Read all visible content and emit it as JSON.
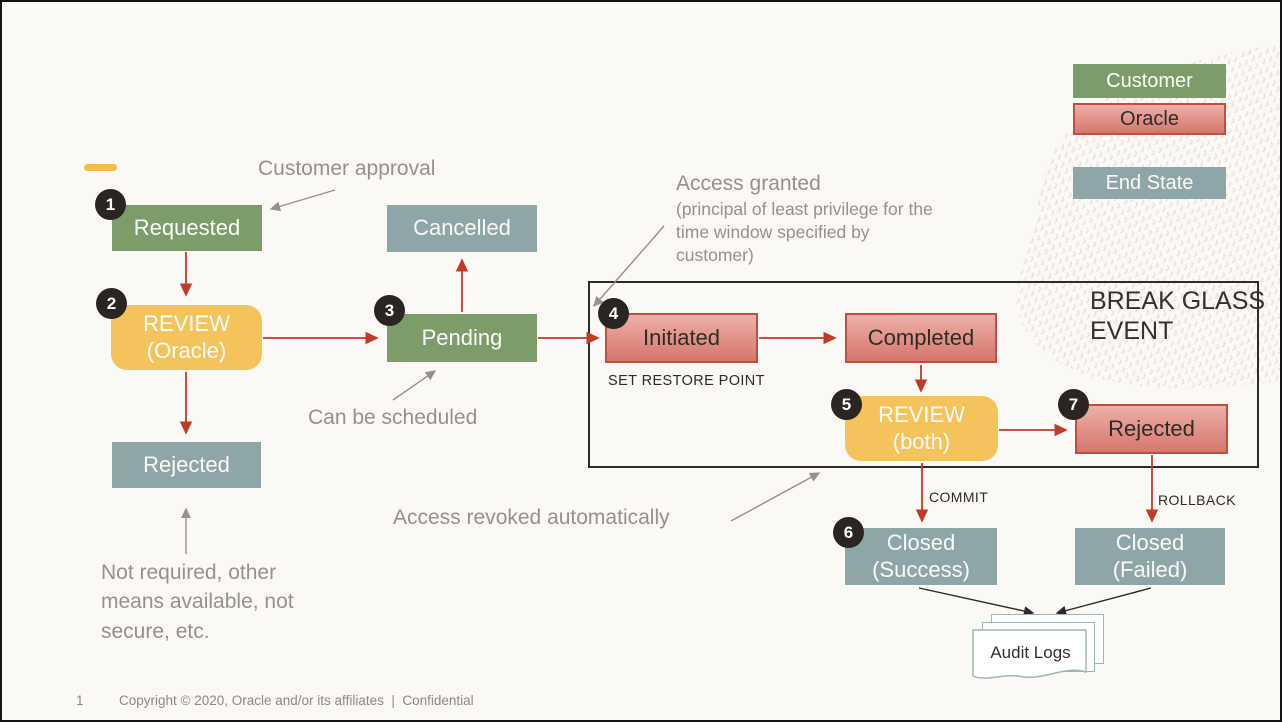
{
  "slide": {
    "footer": {
      "page_number": "1",
      "copyright": "Copyright © 2020, Oracle and/or its affiliates  |  Confidential"
    }
  },
  "legend": {
    "items": [
      {
        "id": "customer",
        "label": "Customer"
      },
      {
        "id": "oracle",
        "label": "Oracle"
      },
      {
        "id": "end-state",
        "label": "End State"
      }
    ]
  },
  "colors": {
    "customer_green": "#7C9C6A",
    "oracle_pink_top": "#ECAFA8",
    "oracle_pink_bottom": "#D6766C",
    "oracle_border_red": "#C04F41",
    "end_state_slate": "#8FA6A9",
    "review_yellow": "#F5C35C",
    "arrow_red": "#C13B2A",
    "annotation_gray": "#9A9089",
    "badge_dark": "#2B2522",
    "background": "#FBF9F5"
  },
  "break_glass": {
    "title": "BREAK GLASS\nEVENT"
  },
  "nodes": {
    "requested": {
      "badge": "1",
      "label": "Requested"
    },
    "review_oracle": {
      "badge": "2",
      "label": "REVIEW\n(Oracle)"
    },
    "rejected_pre": {
      "label": "Rejected"
    },
    "cancelled": {
      "label": "Cancelled"
    },
    "pending": {
      "badge": "3",
      "label": "Pending"
    },
    "initiated": {
      "badge": "4",
      "label": "Initiated",
      "note": "SET RESTORE POINT"
    },
    "completed": {
      "label": "Completed"
    },
    "review_both": {
      "badge": "5",
      "label": "REVIEW\n(both)"
    },
    "rejected_post": {
      "badge": "7",
      "label": "Rejected"
    },
    "closed_success": {
      "badge": "6",
      "label": "Closed\n(Success)"
    },
    "closed_failed": {
      "label": "Closed\n(Failed)"
    },
    "audit_logs": {
      "label": "Audit Logs"
    }
  },
  "edge_labels": {
    "commit": "COMMIT",
    "rollback": "ROLLBACK"
  },
  "annotations": {
    "customer_approval": "Customer approval",
    "access_granted_title": "Access granted",
    "access_granted_body": "(principal of least privilege for the time window specified by customer)",
    "can_be_scheduled": "Can be scheduled",
    "access_revoked": "Access revoked automatically",
    "not_required": "Not required, other means available, not secure, etc."
  },
  "edges": [
    {
      "from": "Requested",
      "to": "REVIEW (Oracle)"
    },
    {
      "from": "REVIEW (Oracle)",
      "to": "Rejected"
    },
    {
      "from": "REVIEW (Oracle)",
      "to": "Pending"
    },
    {
      "from": "Pending",
      "to": "Cancelled"
    },
    {
      "from": "Pending",
      "to": "Initiated"
    },
    {
      "from": "Initiated",
      "to": "Completed"
    },
    {
      "from": "Completed",
      "to": "REVIEW (both)"
    },
    {
      "from": "REVIEW (both)",
      "to": "Rejected (break glass)"
    },
    {
      "from": "REVIEW (both)",
      "to": "Closed (Success)",
      "label": "COMMIT"
    },
    {
      "from": "Rejected (break glass)",
      "to": "Closed (Failed)",
      "label": "ROLLBACK"
    },
    {
      "from": "Closed (Success)",
      "to": "Audit Logs"
    },
    {
      "from": "Closed (Failed)",
      "to": "Audit Logs"
    }
  ]
}
